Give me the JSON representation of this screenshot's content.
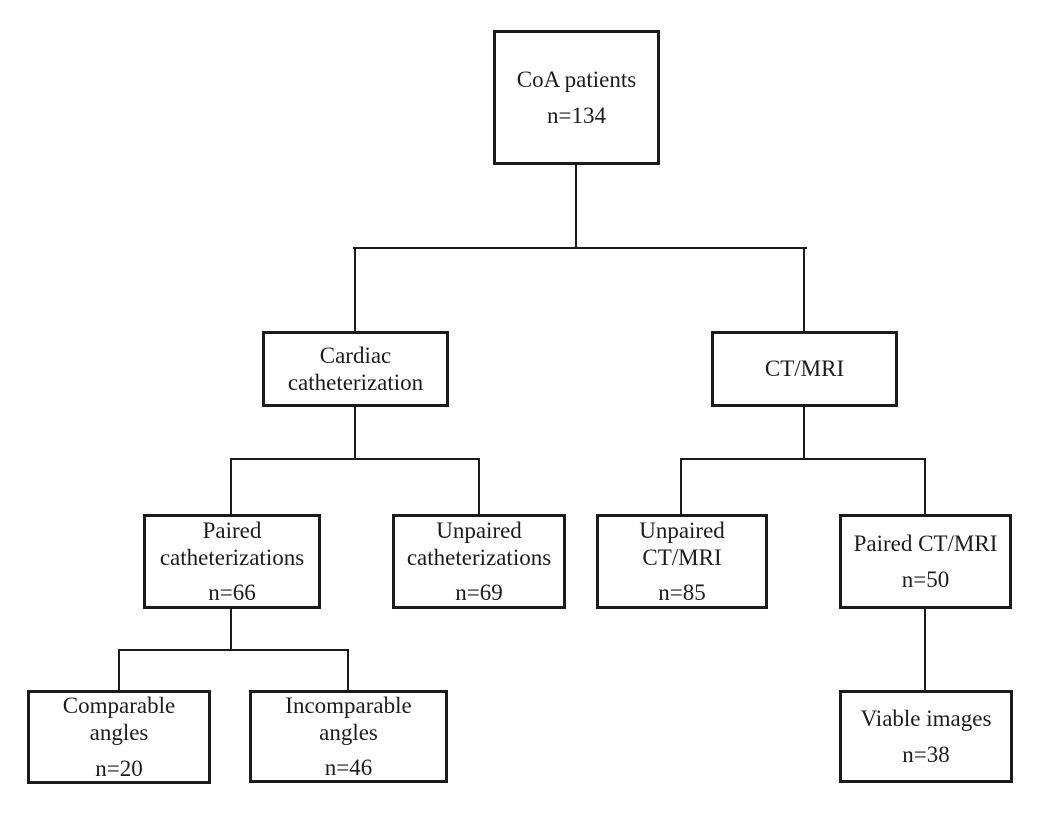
{
  "figure": {
    "type": "flowchart",
    "background_color": "#ffffff",
    "line_color": "#1b1b1b",
    "text_color": "#1b1b1b",
    "nodes": {
      "root": {
        "label": "CoA patients",
        "count": "n=134"
      },
      "cardiac_cath": {
        "label": "Cardiac catheterization",
        "count": ""
      },
      "ct_mri": {
        "label": "CT/MRI",
        "count": ""
      },
      "paired_cath": {
        "label": "Paired catheterizations",
        "count": "n=66"
      },
      "unpaired_cath": {
        "label": "Unpaired catheterizations",
        "count": "n=69"
      },
      "unpaired_ct_mri": {
        "label": "Unpaired CT/MRI",
        "count": "n=85"
      },
      "paired_ct_mri": {
        "label": "Paired CT/MRI",
        "count": "n=50"
      },
      "comparable_angles": {
        "label": "Comparable angles",
        "count": "n=20"
      },
      "incomparable_angles": {
        "label": "Incomparable angles",
        "count": "n=46"
      },
      "viable_images": {
        "label": "Viable images",
        "count": "n=38"
      }
    },
    "edges": [
      "root->cardiac_cath",
      "root->ct_mri",
      "cardiac_cath->paired_cath",
      "cardiac_cath->unpaired_cath",
      "ct_mri->unpaired_ct_mri",
      "ct_mri->paired_ct_mri",
      "paired_cath->comparable_angles",
      "paired_cath->incomparable_angles",
      "paired_ct_mri->viable_images"
    ]
  }
}
